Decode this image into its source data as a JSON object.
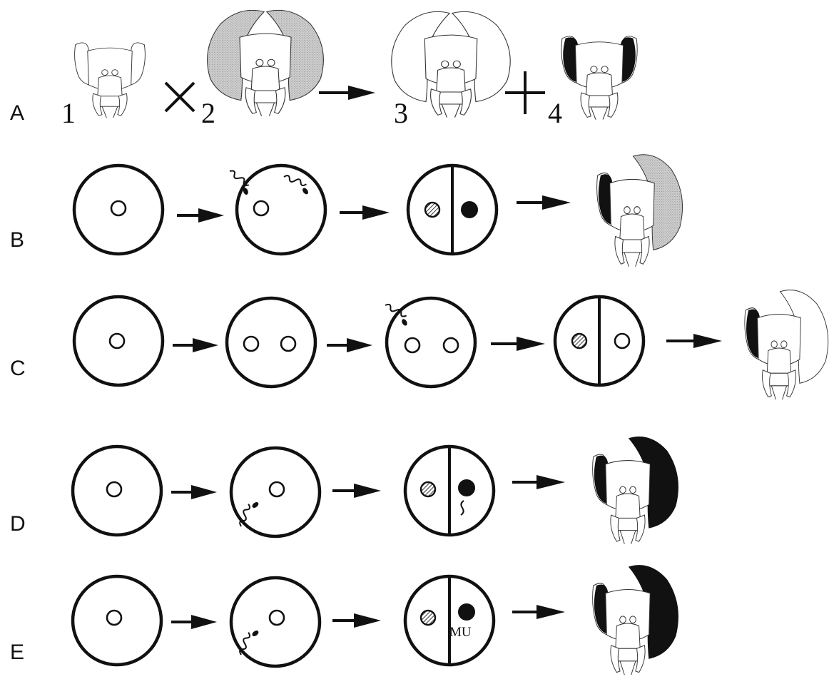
{
  "rows": [
    {
      "label": "A"
    },
    {
      "label": "B"
    },
    {
      "label": "C"
    },
    {
      "label": "D"
    },
    {
      "label": "E"
    }
  ],
  "numbers": [
    "1",
    "2",
    "3",
    "4"
  ],
  "annotation": "MU",
  "colors": {
    "ink": "#111111",
    "stipple": "#c8c8c8",
    "background": "#ffffff"
  }
}
